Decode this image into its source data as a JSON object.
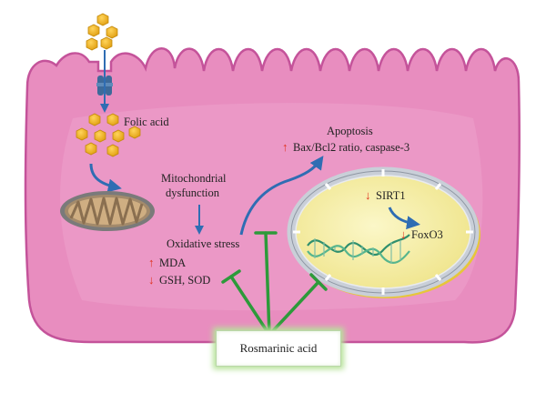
{
  "labels": {
    "folic_acid": "Folic acid",
    "apoptosis": "Apoptosis",
    "bax_bcl2": "Bax/Bcl2 ratio, caspase-3",
    "mito_line1": "Mitochondrial",
    "mito_line2": "dysfunction",
    "oxidative_stress": "Oxidative stress",
    "mda": "MDA",
    "gsh_sod": "GSH, SOD",
    "sirt1": "SIRT1",
    "foxo3": "FoxO3",
    "rosmarinic_acid": "Rosmarinic acid"
  },
  "arrows": {
    "up": "↑",
    "down": "↓"
  },
  "colors": {
    "cell_fill": "#e88dbf",
    "cell_stroke": "#c4539a",
    "nucleus_fill": "#f6efa6",
    "nucleus_ring": "#c9cfd8",
    "hexagon": "#f2b51d",
    "channel": "#3d6a9a",
    "blue_arrow": "#2f6db3",
    "inhibitor": "#2d9a3a",
    "red_arrow": "#e0321e",
    "mitochondria_outer": "#6f6f6f",
    "mitochondria_inner": "#c9a477",
    "glow": "#b7e39a"
  }
}
